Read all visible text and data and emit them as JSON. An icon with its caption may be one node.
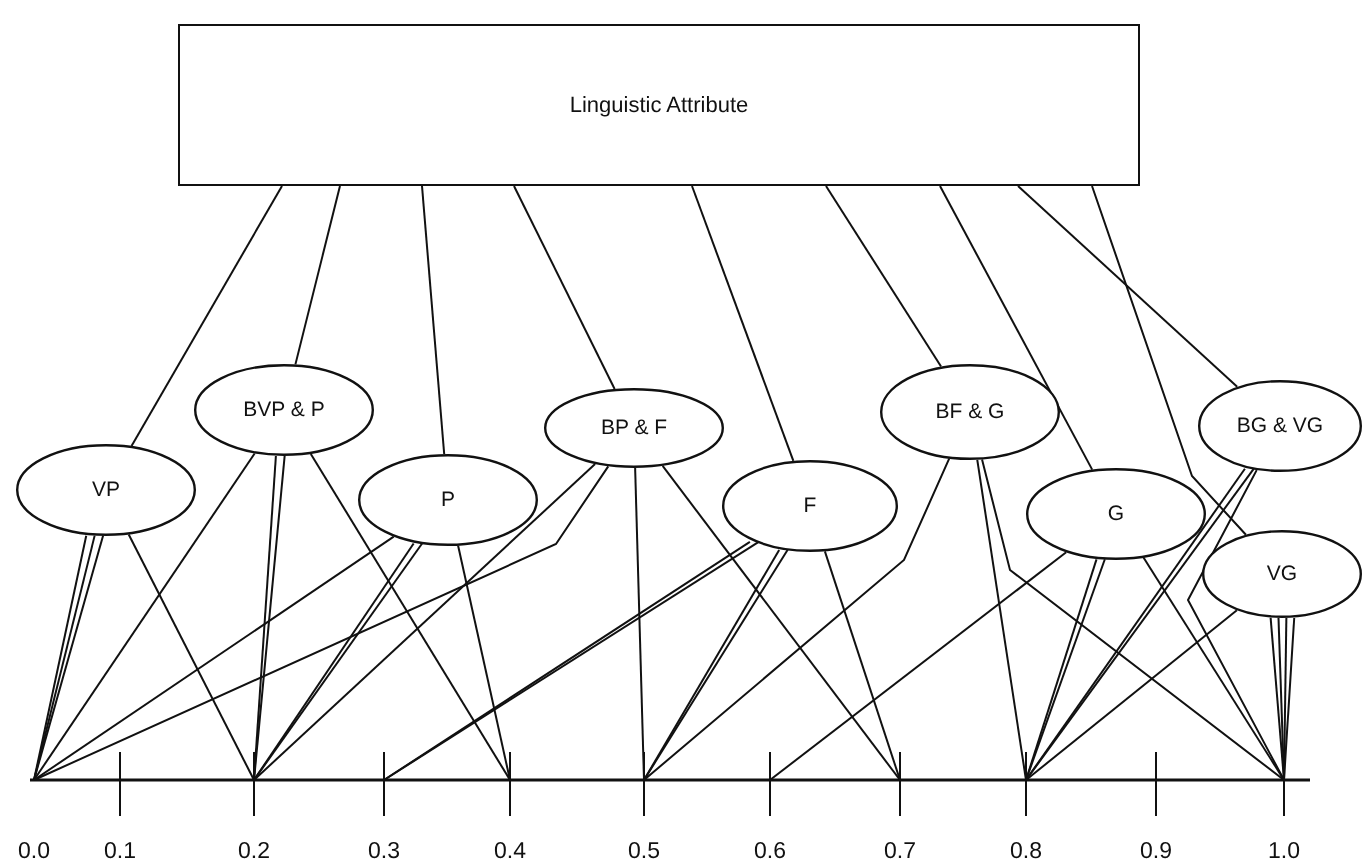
{
  "diagram": {
    "nodes": [
      {
        "text": [
          "Linguistic Attribute"
        ]
      },
      {
        "text": [
          "VP"
        ]
      },
      {
        "text": [
          "BVP & P"
        ]
      },
      {
        "text": [
          "P"
        ]
      },
      {
        "text": [
          "BP & F"
        ]
      },
      {
        "text": [
          "F"
        ]
      },
      {
        "text": [
          "BF & G"
        ]
      },
      {
        "text": [
          "G"
        ]
      },
      {
        "text": [
          "BG & VG"
        ]
      },
      {
        "text": [
          "VG"
        ]
      },
      {
        "text": [
          "0.0"
        ]
      },
      {
        "text": [
          "0.1"
        ]
      },
      {
        "text": [
          "0.2"
        ]
      },
      {
        "text": [
          "0.3"
        ]
      },
      {
        "text": [
          "0.4"
        ]
      },
      {
        "text": [
          "0.5"
        ]
      },
      {
        "text": [
          "0.6"
        ]
      },
      {
        "text": [
          "0.7"
        ]
      },
      {
        "text": [
          "0.8"
        ]
      },
      {
        "text": [
          "0.9"
        ]
      },
      {
        "text": [
          "1.0"
        ]
      }
    ],
    "edges": [
      {
        "from": 0,
        "to": 1,
        "arrow": "none"
      },
      {
        "from": 0,
        "to": 2,
        "arrow": "none"
      },
      {
        "from": 0,
        "to": 3,
        "arrow": "none"
      },
      {
        "from": 0,
        "to": 4,
        "arrow": "none"
      },
      {
        "from": 0,
        "to": 5,
        "arrow": "none"
      },
      {
        "from": 0,
        "to": 6,
        "arrow": "none"
      },
      {
        "from": 0,
        "to": 7,
        "arrow": "none"
      },
      {
        "from": 0,
        "to": 8,
        "arrow": "none"
      },
      {
        "from": 0,
        "to": 9,
        "arrow": "none"
      },
      {
        "from": 1,
        "to": 10,
        "arrow": "none"
      },
      {
        "from": 1,
        "to": 10,
        "arrow": "none"
      },
      {
        "from": 1,
        "to": 10,
        "arrow": "none"
      },
      {
        "from": 1,
        "to": 12,
        "arrow": "none"
      },
      {
        "from": 2,
        "to": 10,
        "arrow": "none"
      },
      {
        "from": 2,
        "to": 12,
        "arrow": "none"
      },
      {
        "from": 2,
        "to": 12,
        "arrow": "none"
      },
      {
        "from": 2,
        "to": 14,
        "arrow": "none"
      },
      {
        "from": 3,
        "to": 10,
        "arrow": "none"
      },
      {
        "from": 3,
        "to": 12,
        "arrow": "none"
      },
      {
        "from": 3,
        "to": 12,
        "arrow": "none"
      },
      {
        "from": 3,
        "to": 14,
        "arrow": "none"
      },
      {
        "from": 4,
        "to": 10,
        "arrow": "none"
      },
      {
        "from": 4,
        "to": 12,
        "arrow": "none"
      },
      {
        "from": 4,
        "to": 15,
        "arrow": "none"
      },
      {
        "from": 4,
        "to": 17,
        "arrow": "none"
      },
      {
        "from": 5,
        "to": 13,
        "arrow": "none"
      },
      {
        "from": 5,
        "to": 13,
        "arrow": "none"
      },
      {
        "from": 5,
        "to": 15,
        "arrow": "none"
      },
      {
        "from": 5,
        "to": 15,
        "arrow": "none"
      },
      {
        "from": 5,
        "to": 17,
        "arrow": "none"
      },
      {
        "from": 6,
        "to": 15,
        "arrow": "none"
      },
      {
        "from": 6,
        "to": 18,
        "arrow": "none"
      },
      {
        "from": 6,
        "to": 20,
        "arrow": "none"
      },
      {
        "from": 7,
        "to": 16,
        "arrow": "none"
      },
      {
        "from": 7,
        "to": 18,
        "arrow": "none"
      },
      {
        "from": 7,
        "to": 18,
        "arrow": "none"
      },
      {
        "from": 7,
        "to": 20,
        "arrow": "none"
      },
      {
        "from": 8,
        "to": 18,
        "arrow": "none"
      },
      {
        "from": 8,
        "to": 18,
        "arrow": "none"
      },
      {
        "from": 8,
        "to": 20,
        "arrow": "none"
      },
      {
        "from": 9,
        "to": 18,
        "arrow": "none"
      },
      {
        "from": 9,
        "to": 20,
        "arrow": "none"
      },
      {
        "from": 9,
        "to": 20,
        "arrow": "none"
      },
      {
        "from": 9,
        "to": 20,
        "arrow": "none"
      },
      {
        "from": 9,
        "to": 20,
        "arrow": "none"
      }
    ]
  }
}
